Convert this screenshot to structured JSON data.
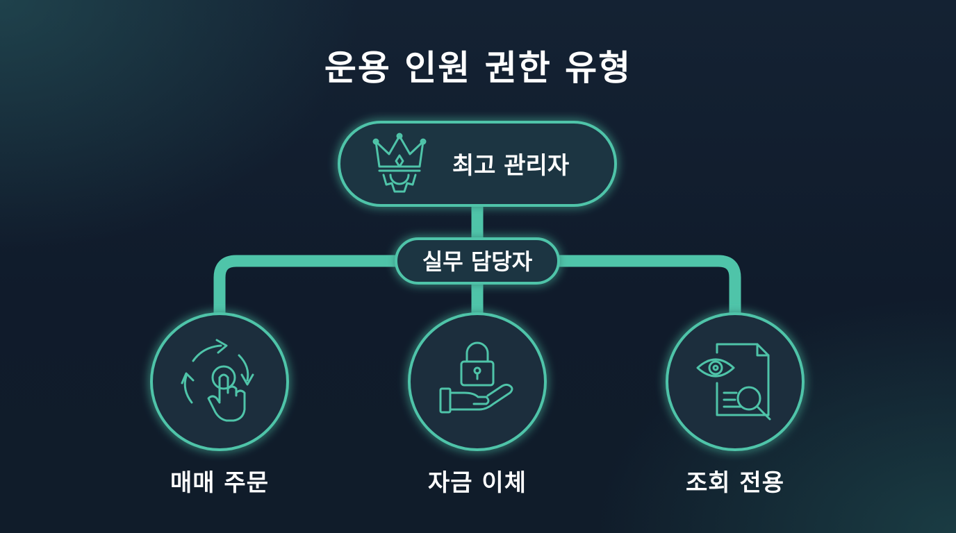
{
  "title": "운용 인원 권한 유형",
  "top_node": {
    "label": "최고 관리자",
    "icon": "crown-gear-icon"
  },
  "middle_node": {
    "label": "실무 담당자"
  },
  "leaves": [
    {
      "label": "매매 주문",
      "icon": "trade-cycle-hand-icon"
    },
    {
      "label": "자금 이체",
      "icon": "lock-hand-icon"
    },
    {
      "label": "조회 전용",
      "icon": "document-eye-search-icon"
    }
  ],
  "colors": {
    "accent": "#4fc4a9",
    "node_fill": "#1d3443",
    "background": "#111c2c"
  }
}
